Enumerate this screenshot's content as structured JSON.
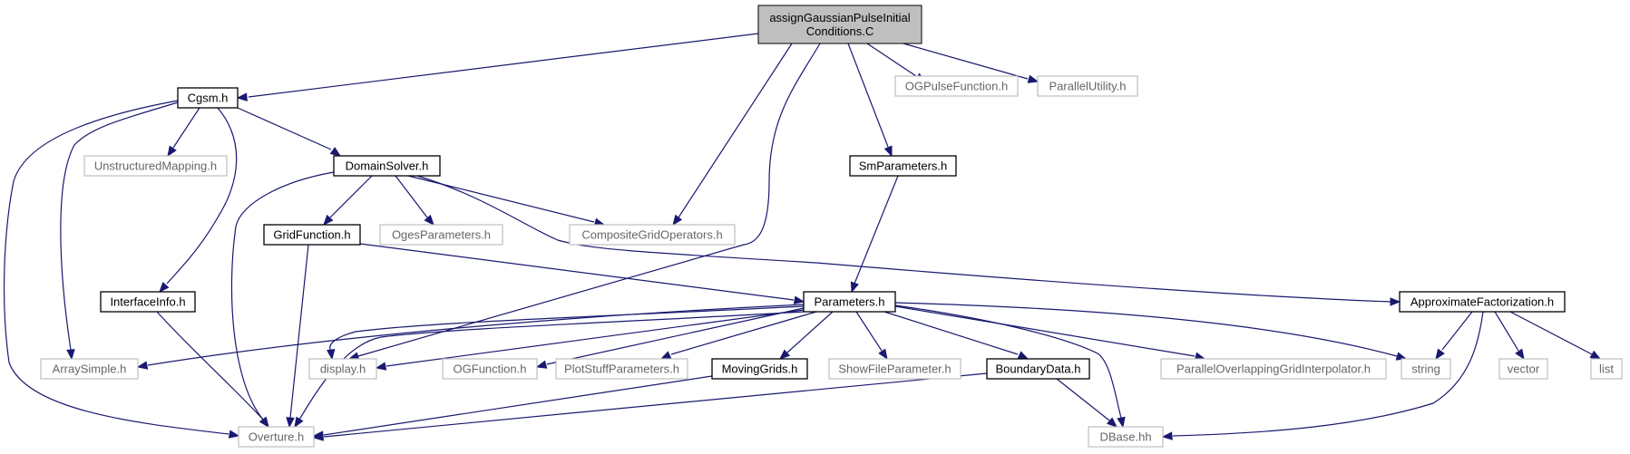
{
  "nodes": {
    "root": {
      "lines": [
        "assignGaussianPulseInitial",
        "Conditions.C"
      ]
    },
    "cgsm": {
      "lines": [
        "Cgsm.h"
      ]
    },
    "ogpulse": {
      "lines": [
        "OGPulseFunction.h"
      ]
    },
    "parallelutility": {
      "lines": [
        "ParallelUtility.h"
      ]
    },
    "unstructured": {
      "lines": [
        "UnstructuredMapping.h"
      ]
    },
    "domainsolver": {
      "lines": [
        "DomainSolver.h"
      ]
    },
    "smparameters": {
      "lines": [
        "SmParameters.h"
      ]
    },
    "gridfunction": {
      "lines": [
        "GridFunction.h"
      ]
    },
    "ogesparameters": {
      "lines": [
        "OgesParameters.h"
      ]
    },
    "compositegridops": {
      "lines": [
        "CompositeGridOperators.h"
      ]
    },
    "interfaceinfo": {
      "lines": [
        "InterfaceInfo.h"
      ]
    },
    "parameters": {
      "lines": [
        "Parameters.h"
      ]
    },
    "approxfact": {
      "lines": [
        "ApproximateFactorization.h"
      ]
    },
    "arraysimple": {
      "lines": [
        "ArraySimple.h"
      ]
    },
    "display": {
      "lines": [
        "display.h"
      ]
    },
    "ogfunction": {
      "lines": [
        "OGFunction.h"
      ]
    },
    "plotstuff": {
      "lines": [
        "PlotStuffParameters.h"
      ]
    },
    "movinggrids": {
      "lines": [
        "MovingGrids.h"
      ]
    },
    "showfile": {
      "lines": [
        "ShowFileParameter.h"
      ]
    },
    "boundarydata": {
      "lines": [
        "BoundaryData.h"
      ]
    },
    "parallelovg": {
      "lines": [
        "ParallelOverlappingGridInterpolator.h"
      ]
    },
    "string": {
      "lines": [
        "string"
      ]
    },
    "vector": {
      "lines": [
        "vector"
      ]
    },
    "list": {
      "lines": [
        "list"
      ]
    },
    "overture": {
      "lines": [
        "Overture.h"
      ]
    },
    "dbase": {
      "lines": [
        "DBase.hh"
      ]
    }
  }
}
